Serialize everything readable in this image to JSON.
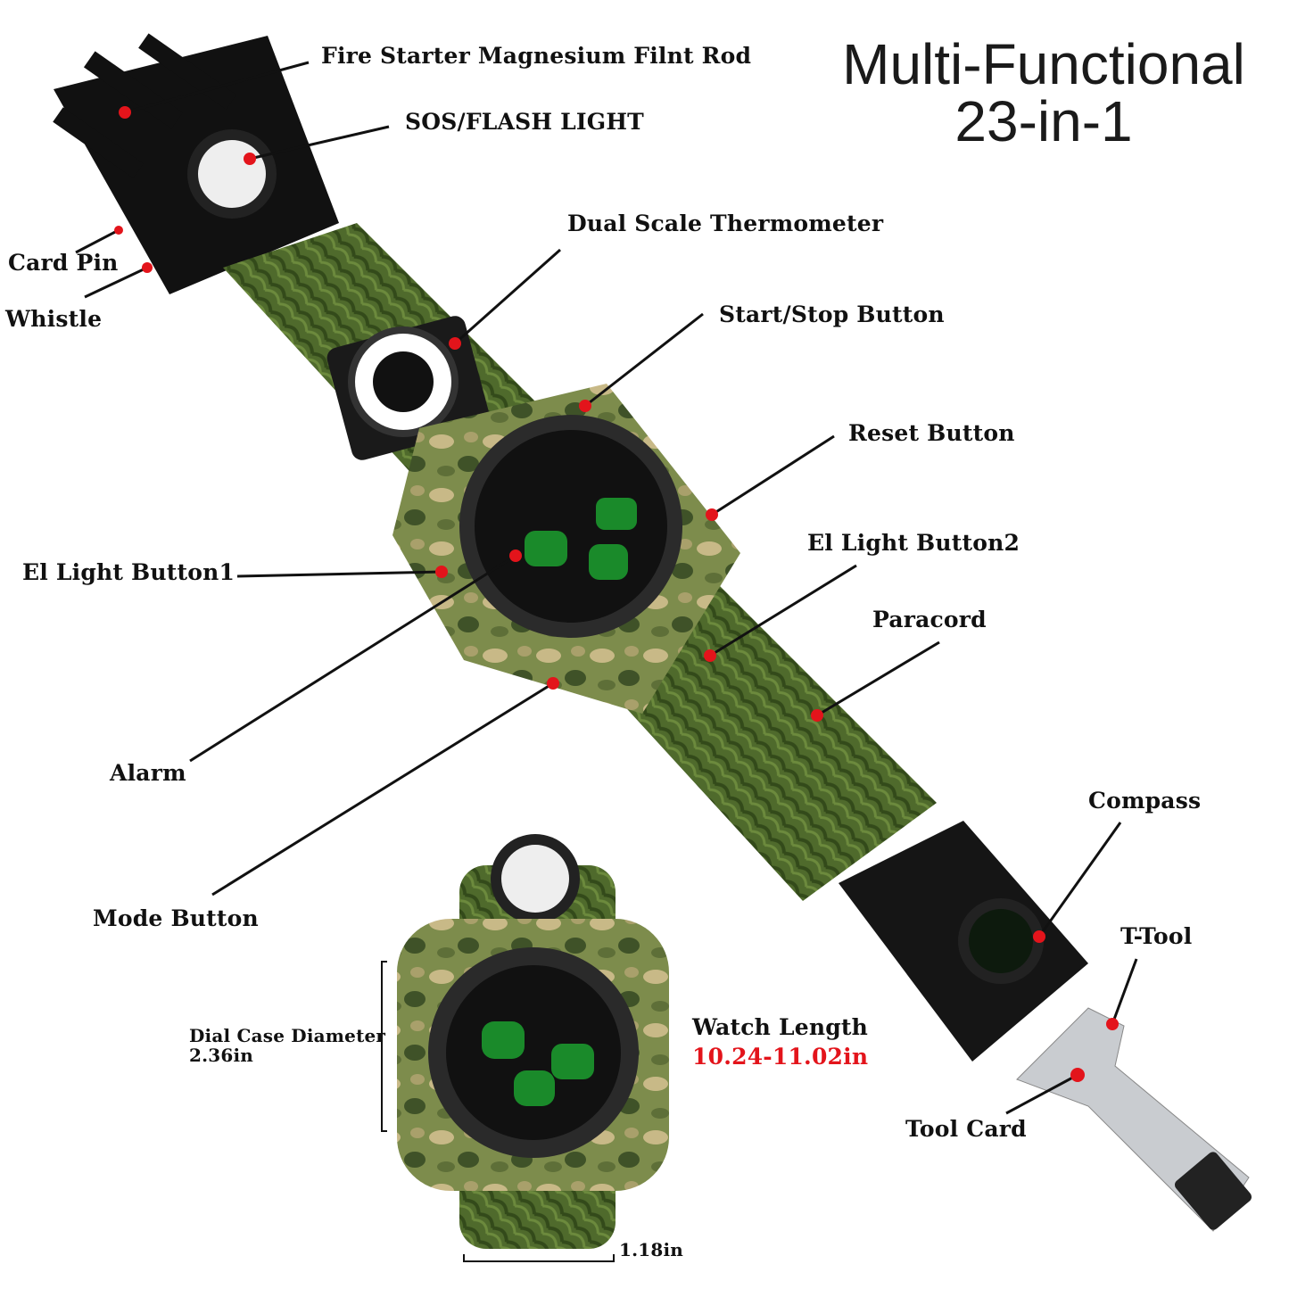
{
  "title": {
    "line1": "Multi-Functional",
    "line2": "23-in-1"
  },
  "callouts": {
    "fire_starter": "Fire Starter Magnesium Filnt Rod",
    "sos_flash": "SOS/FLASH LIGHT",
    "card_pin": "Card Pin",
    "whistle": "Whistle",
    "thermometer": "Dual Scale Thermometer",
    "start_stop": "Start/Stop Button",
    "reset": "Reset Button",
    "el_light_1": "El Light Button1",
    "el_light_2": "El Light Button2",
    "paracord": "Paracord",
    "alarm": "Alarm",
    "mode": "Mode Button",
    "compass": "Compass",
    "t_tool": "T-Tool",
    "tool_card": "Tool Card"
  },
  "dimensions": {
    "dial_label": "Dial Case Diameter",
    "dial_value": "2.36in",
    "length_label": "Watch Length",
    "length_value": "10.24-11.02in",
    "band_width": "1.18in"
  },
  "colors": {
    "dot": "#e3141b",
    "paracord": "#4f6a2c",
    "camo": "#7d8c4c",
    "accent_text": "#e3141b"
  }
}
